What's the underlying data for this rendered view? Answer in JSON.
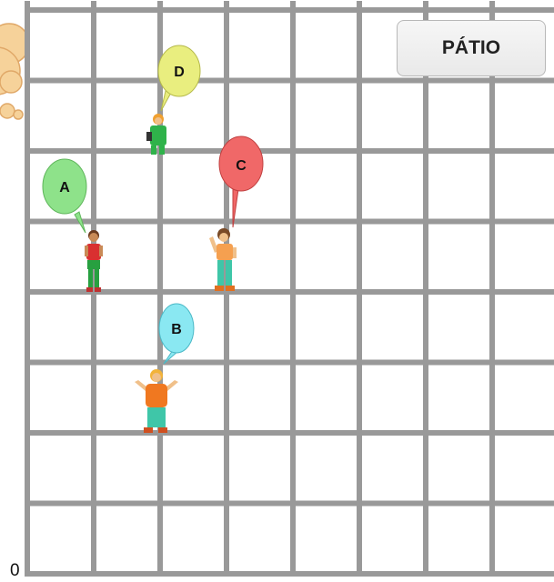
{
  "board": {
    "columns": 8,
    "rows": 8
  },
  "patio_button": {
    "label": "PÁTIO"
  },
  "origin_label": "0",
  "colors": {
    "grid_line": "#999999",
    "bubble_A": "#8ee28a",
    "bubble_B": "#8ae8f2",
    "bubble_C": "#f06868",
    "bubble_D": "#e9ee7f",
    "cloud": "#f6d29a"
  },
  "characters": [
    {
      "label": "A",
      "bubble_color": "#8ee28a",
      "icon": "child-red-shirt"
    },
    {
      "label": "B",
      "bubble_color": "#8ae8f2",
      "icon": "child-orange-shirt-arms-up"
    },
    {
      "label": "C",
      "bubble_color": "#f06868",
      "icon": "child-waving"
    },
    {
      "label": "D",
      "bubble_color": "#e9ee7f",
      "icon": "child-green-outfit"
    }
  ]
}
